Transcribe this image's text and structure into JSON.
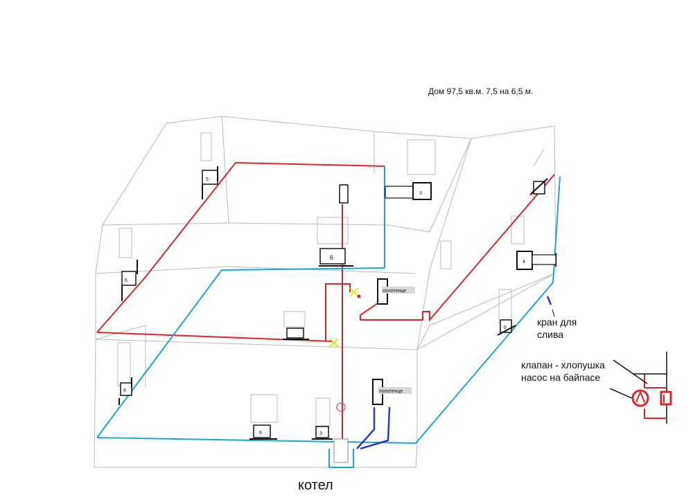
{
  "title": "Дом 97,5 кв.м.  7,5 на 6,5 м.",
  "boiler_label": "котел",
  "drain_valve_label": [
    "кран для",
    "слива"
  ],
  "bypass_label": [
    "клапан  - хлопушка",
    "насос на байпасе"
  ],
  "towel_label": "полотенце",
  "radiators": {
    "upper_left_back": "5",
    "upper_back_right": "3",
    "upper_center": "6",
    "upper_left": "6",
    "upper_right_back": "4",
    "lower_right": "6",
    "lower_left": "6",
    "lower_front_1": "6",
    "lower_front_2": "3"
  },
  "colors": {
    "supply": "#d9262c",
    "return": "#1fa3cf",
    "return_dark": "#2b3bbd",
    "wire": "#b8b8b8",
    "marker": "#e5e000"
  }
}
